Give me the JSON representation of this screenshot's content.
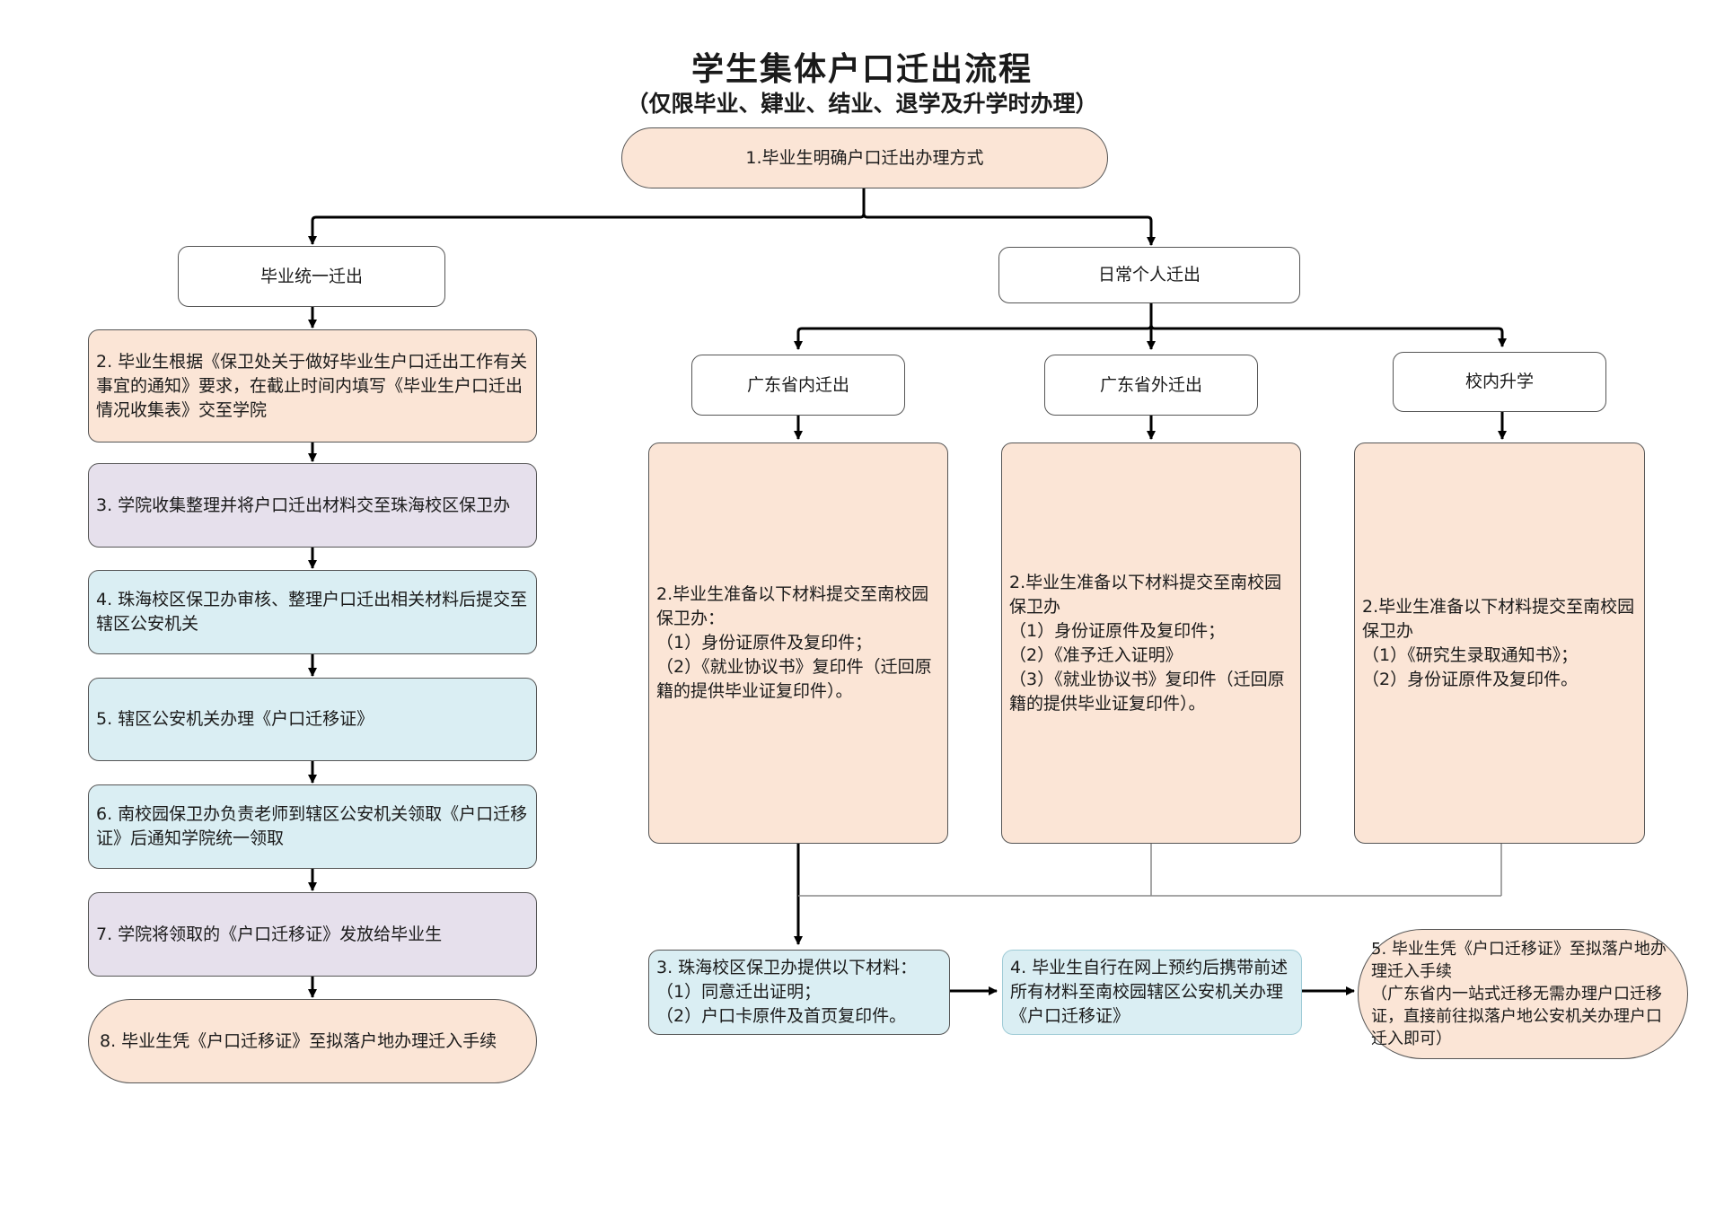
{
  "title": "学生集体户口迁出流程",
  "subtitle": "（仅限毕业、肄业、结业、退学及升学时办理）",
  "colors": {
    "peach": "#fbe5d6",
    "blue": "#daeef3",
    "lavender": "#e6e0ec",
    "border": "#555555",
    "arrow": "#000000"
  },
  "start": {
    "text": "1.毕业生明确户口迁出办理方式"
  },
  "branch_unified": {
    "label": "毕业统一迁出"
  },
  "branch_personal": {
    "label": "日常个人迁出"
  },
  "left_steps": [
    {
      "text": "2. 毕业生根据《保卫处关于做好毕业生户口迁出工作有关事宜的通知》要求，在截止时间内填写《毕业生户口迁出情况收集表》交至学院"
    },
    {
      "text": "3. 学院收集整理并将户口迁出材料交至珠海校区保卫办"
    },
    {
      "text": "4. 珠海校区保卫办审核、整理户口迁出相关材料后提交至辖区公安机关"
    },
    {
      "text": "5. 辖区公安机关办理《户口迁移证》"
    },
    {
      "text": "6. 南校园保卫办负责老师到辖区公安机关领取《户口迁移证》后通知学院统一领取"
    },
    {
      "text": "7. 学院将领取的《户口迁移证》发放给毕业生"
    },
    {
      "text": "8. 毕业生凭《户口迁移证》至拟落户地办理迁入手续"
    }
  ],
  "sub_branches": [
    {
      "label": "广东省内迁出"
    },
    {
      "label": "广东省外迁出"
    },
    {
      "label": "校内升学"
    }
  ],
  "materials": [
    {
      "heading": "2.毕业生准备以下材料提交至南校园保卫办：",
      "items": [
        "（1）身份证原件及复印件；",
        "（2）《就业协议书》复印件（迁回原籍的提供毕业证复印件）。"
      ]
    },
    {
      "heading": "2.毕业生准备以下材料提交至南校园保卫办",
      "items": [
        "（1）身份证原件及复印件；",
        "（2）《准予迁入证明》",
        "（3）《就业协议书》复印件（迁回原籍的提供毕业证复印件）。"
      ]
    },
    {
      "heading": "2.毕业生准备以下材料提交至南校园保卫办",
      "items": [
        "（1）《研究生录取通知书》；",
        "（2）身份证原件及复印件。"
      ]
    }
  ],
  "bottom_steps": [
    {
      "heading": "3. 珠海校区保卫办提供以下材料：",
      "items": [
        "（1）同意迁出证明；",
        "（2）户口卡原件及首页复印件。"
      ]
    },
    {
      "heading": "4. 毕业生自行在网上预约后携带前述所有材料至南校园辖区公安机关办理《户口迁移证》",
      "items": []
    },
    {
      "heading": "5. 毕业生凭《户口迁移证》至拟落户地办理迁入手续",
      "items": [
        "（广东省内一站式迁移无需办理户口迁移证，直接前往拟落户地公安机关办理户口迁入即可）"
      ]
    }
  ]
}
